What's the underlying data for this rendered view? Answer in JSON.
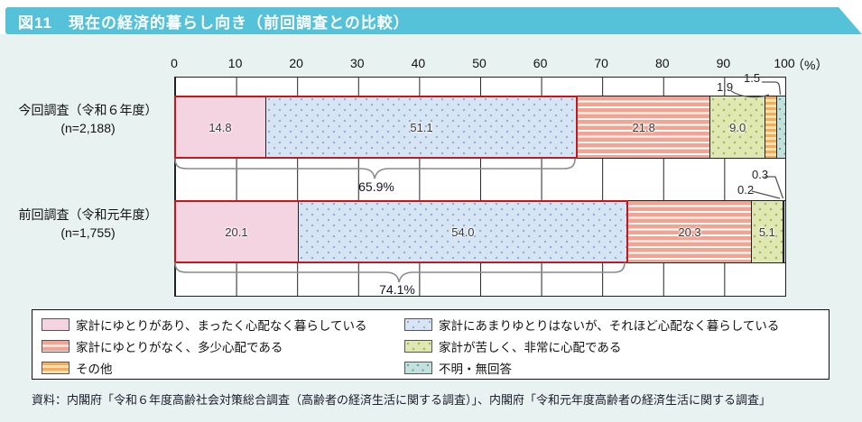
{
  "title": "図11　現在の経済的暮らし向き（前回調査との比較）",
  "axis": {
    "ticks": [
      "0",
      "10",
      "20",
      "30",
      "40",
      "50",
      "60",
      "70",
      "80",
      "90",
      "100"
    ],
    "unit": "（%）"
  },
  "rows": [
    {
      "label_line1": "今回調査（令和６年度）",
      "label_line2": "(n=2,188)",
      "group_total": "65.9%"
    },
    {
      "label_line1": "前回調査（令和元年度）",
      "label_line2": "(n=1,755)",
      "group_total": "74.1%"
    }
  ],
  "chart_data": {
    "type": "bar",
    "stacked": true,
    "horizontal": true,
    "title": "図11　現在の経済的暮らし向き（前回調査との比較）",
    "categories": [
      "今回調査（令和６年度）(n=2,188)",
      "前回調査（令和元年度）(n=1,755)"
    ],
    "series": [
      {
        "name": "家計にゆとりがあり、まったく心配なく暮らしている",
        "values": [
          14.8,
          20.1
        ],
        "labels": [
          "14.8",
          "20.1"
        ]
      },
      {
        "name": "家計にあまりゆとりはないが、それほど心配なく暮らしている",
        "values": [
          51.1,
          54.0
        ],
        "labels": [
          "51.1",
          "54.0"
        ]
      },
      {
        "name": "家計にゆとりがなく、多少心配である",
        "values": [
          21.8,
          20.3
        ],
        "labels": [
          "21.8",
          "20.3"
        ]
      },
      {
        "name": "家計が苦しく、非常に心配である",
        "values": [
          9.0,
          5.1
        ],
        "labels": [
          "9.0",
          "5.1"
        ]
      },
      {
        "name": "その他",
        "values": [
          1.9,
          0.2
        ],
        "labels": [
          "1.9",
          "0.2"
        ]
      },
      {
        "name": "不明・無回答",
        "values": [
          1.5,
          0.3
        ],
        "labels": [
          "1.5",
          "0.3"
        ]
      }
    ],
    "annotations": [
      "65.9%",
      "74.1%"
    ],
    "xlim": [
      0,
      100
    ],
    "xlabel": "（%）",
    "grid": true,
    "legend_position": "bottom"
  },
  "legend": {
    "items": [
      {
        "label": "家計にゆとりがあり、まったく心配なく暮らしている"
      },
      {
        "label": "家計にあまりゆとりはないが、それほど心配なく暮らしている"
      },
      {
        "label": "家計にゆとりがなく、多少心配である"
      },
      {
        "label": "家計が苦しく、非常に心配である"
      },
      {
        "label": "その他"
      },
      {
        "label": "不明・無回答"
      }
    ]
  },
  "source": "資料：内閣府「令和６年度高齢社会対策総合調査（高齢者の経済生活に関する調査）」、内閣府「令和元年度高齢者の経済生活に関する調査」",
  "colors": {
    "titlebar": "#55c2d9",
    "panel": "#e8f2f0",
    "group_outline": "#c9151c",
    "pink": "#f5d4e1",
    "blue_dot": "#d6e4f4",
    "salmon_stripe": "#f2a392",
    "green_dot": "#dfe8b2",
    "orange_stripe": "#f5ac56",
    "teal_dot": "#c4e0dd"
  }
}
